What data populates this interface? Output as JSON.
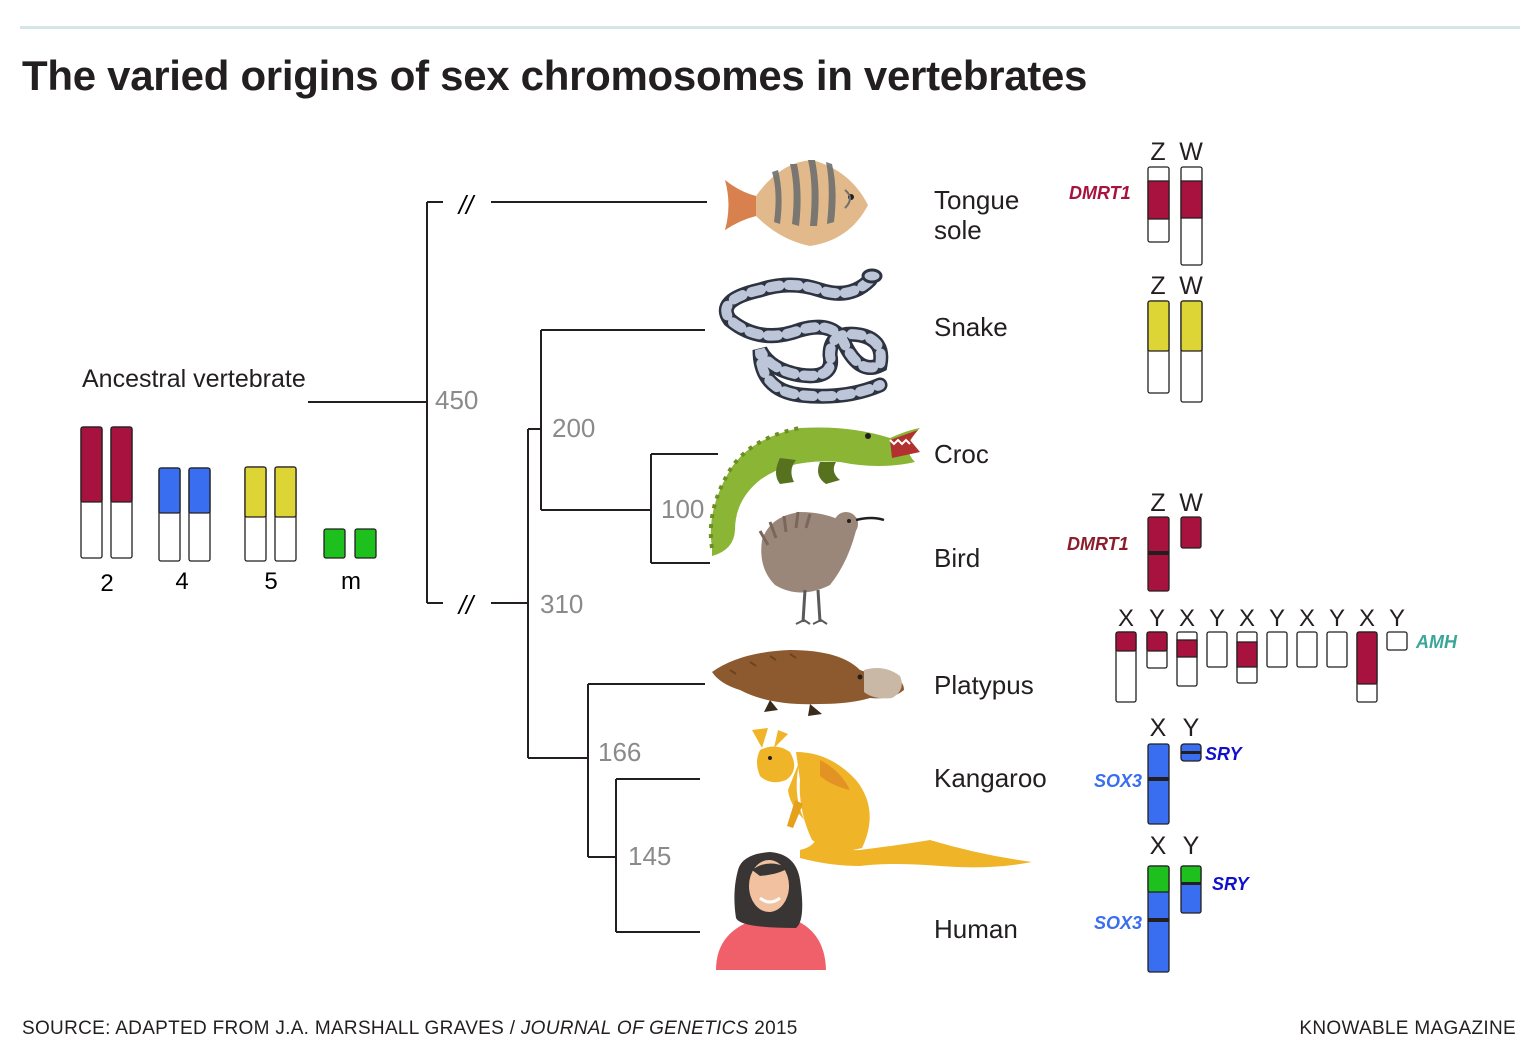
{
  "title": "The varied origins of sex chromosomes in vertebrates",
  "source": {
    "prefix": "SOURCE: ADAPTED FROM J.A. MARSHALL GRAVES / ",
    "journal": "JOURNAL OF GENETICS",
    "year": " 2015"
  },
  "credit": "KNOWABLE MAGAZINE",
  "ancestor": {
    "label": "Ancestral vertebrate",
    "chromosome_labels": [
      "2",
      "4",
      "5",
      "m"
    ]
  },
  "tree": {
    "break_mark": "//",
    "node_ages": [
      "450",
      "200",
      "100",
      "310",
      "166",
      "145"
    ]
  },
  "species": [
    "Tongue sole",
    "Snake",
    "Croc",
    "Bird",
    "Platypus",
    "Kangaroo",
    "Human"
  ],
  "species_lines": {
    "tongue_sole": [
      "Tongue",
      "sole"
    ]
  },
  "sex_chromosomes": {
    "tongue_sole": {
      "labels": [
        "Z",
        "W"
      ],
      "gene": "DMRT1"
    },
    "snake": {
      "labels": [
        "Z",
        "W"
      ]
    },
    "bird": {
      "labels": [
        "Z",
        "W"
      ],
      "gene": "DMRT1"
    },
    "platypus": {
      "labels": [
        "X",
        "Y",
        "X",
        "Y",
        "X",
        "Y",
        "X",
        "Y",
        "X",
        "Y"
      ],
      "gene": "AMH"
    },
    "kangaroo": {
      "labels": [
        "X",
        "Y"
      ],
      "genes": [
        "SOX3",
        "SRY"
      ]
    },
    "human": {
      "labels": [
        "X",
        "Y"
      ],
      "genes": [
        "SOX3",
        "SRY"
      ]
    }
  },
  "colors": {
    "chr2": "#a8123e",
    "chr4": "#3a6ef0",
    "chr5": "#dcd535",
    "chrm": "#1ec01e",
    "dmrt1_label": "#a8123e",
    "bird_gene_label": "#8c1d2b",
    "amh_label": "#3aa69a",
    "sox3_label": "#3a6ef0",
    "sry_label": "#1010cc",
    "node_age": "#8a8a8a",
    "tree_line": "#231f20"
  },
  "icons": [
    "flatfish-icon",
    "snake-icon",
    "crocodile-icon",
    "kiwi-bird-icon",
    "platypus-icon",
    "kangaroo-icon",
    "human-woman-icon"
  ]
}
